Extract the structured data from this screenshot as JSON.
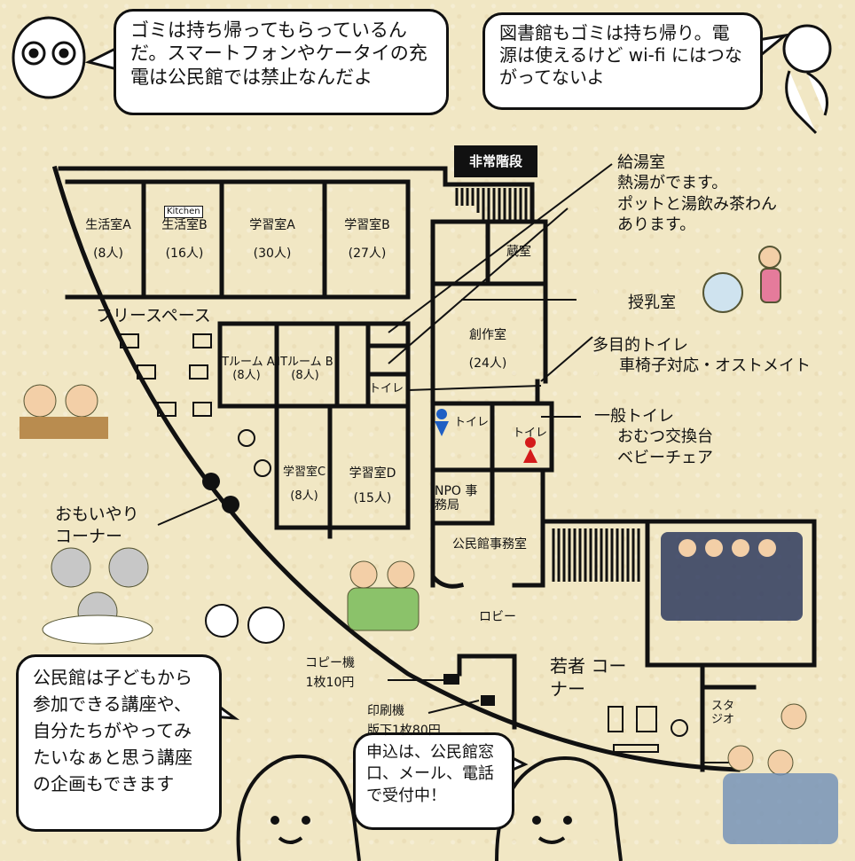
{
  "bubbles": {
    "owl": "ゴミは持ち帰ってもらっているんだ。スマートフォンやケータイの充電は公民館では禁止なんだよ",
    "monkey": "図書館もゴミは持ち帰り。電源は使えるけど wi-fi にはつながってないよ",
    "events": "公民館は子どもから参加できる講座や、自分たちがやってみたいなぁと思う講座の企画もできます",
    "apply": "申込は、公民館窓口、メール、電話で受付中！"
  },
  "stairs": "非常階段",
  "kitchen_sign": "Kitchen",
  "rooms": [
    {
      "id": "seikatsu-a",
      "name": "生活室A",
      "cap": "(8人)"
    },
    {
      "id": "seikatsu-b",
      "name": "生活室B",
      "cap": "(16人)"
    },
    {
      "id": "gakushu-a",
      "name": "学習室A",
      "cap": "(30人)"
    },
    {
      "id": "gakushu-b",
      "name": "学習室B",
      "cap": "(27人)"
    },
    {
      "id": "kura",
      "name": "蔵室",
      "cap": ""
    },
    {
      "id": "sosaku",
      "name": "創作室",
      "cap": "(24人)"
    },
    {
      "id": "it-a",
      "name": "ITルーム A",
      "cap": "(8人)"
    },
    {
      "id": "it-b",
      "name": "ITルーム B",
      "cap": "(8人)"
    },
    {
      "id": "gakushu-c",
      "name": "学習室C",
      "cap": "(8人)"
    },
    {
      "id": "gakushu-d",
      "name": "学習室D",
      "cap": "(15人)"
    },
    {
      "id": "npo",
      "name": "NPO 事務局",
      "cap": ""
    },
    {
      "id": "office",
      "name": "公民館事務室",
      "cap": ""
    },
    {
      "id": "studio",
      "name": "スタジオ",
      "cap": ""
    }
  ],
  "labels": {
    "free_space": "フリースペース",
    "toilet": "トイレ",
    "lobby": "ロビー",
    "youth": "若者 コーナー",
    "omoiyari": "おもいやり コーナー"
  },
  "annotations": {
    "kyuto_title": "給湯室",
    "kyuto_l1": "熱湯がでます。",
    "kyuto_l2": "ポットと湯飲み茶わん",
    "kyuto_l3": "あります。",
    "junyu": "授乳室",
    "multi_title": "多目的トイレ",
    "multi_desc": "車椅子対応・オストメイト",
    "general_title": "一般トイレ",
    "general_l1": "おむつ交換台",
    "general_l2": "ベビーチェア",
    "copy_title": "コピー機",
    "copy_price": "1枚10円",
    "print_title": "印刷機",
    "print_price": "版下1枚80円"
  },
  "colors": {
    "wall": "#111111",
    "paper": "#f1e7c4",
    "male": "#1f5fc4",
    "female": "#d41b1b"
  }
}
